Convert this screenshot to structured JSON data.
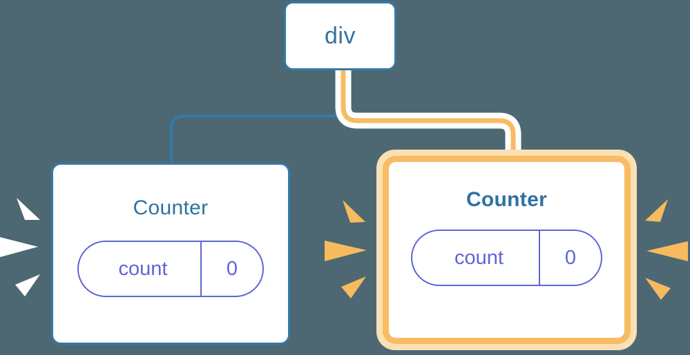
{
  "diagram": {
    "title": "react component re-render highlight",
    "background_color": "#4d6873",
    "root": {
      "label": "div",
      "border_color": "#337aa8",
      "text_color": "#35719f"
    },
    "nodes": [
      {
        "id": "counter-left",
        "title": "Counter",
        "highlighted": false,
        "border_color": "#337aa8",
        "ray_color": "#ffffff",
        "state": {
          "key": "count",
          "value": "0",
          "color": "#5f64d6"
        }
      },
      {
        "id": "counter-right",
        "title": "Counter",
        "highlighted": true,
        "border_color": "#f8bc62",
        "halo_color": "#fae0b4",
        "ray_color": "#f7ba5e",
        "state": {
          "key": "count",
          "value": "0",
          "color": "#5f64d6"
        }
      }
    ],
    "connectors": [
      {
        "from": "div",
        "to": "counter-left",
        "color": "#337aa8",
        "highlighted": false
      },
      {
        "from": "div",
        "to": "counter-right",
        "color": "#f8bc62",
        "highlighted": true,
        "halo_color": "#ffffff"
      }
    ]
  }
}
